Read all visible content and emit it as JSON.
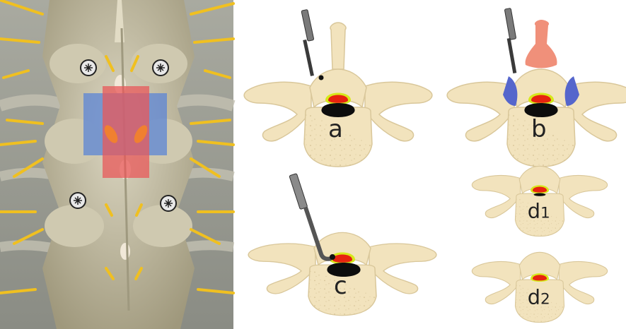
{
  "panels": [
    {
      "id": "a",
      "label": "a"
    },
    {
      "id": "b",
      "label": "b"
    },
    {
      "id": "c",
      "label": "c"
    },
    {
      "id": "d1",
      "label": "d",
      "sub": "1"
    },
    {
      "id": "d2",
      "label": "d",
      "sub": "2"
    }
  ],
  "colors": {
    "bone": "#f2e3bd",
    "bone_outline": "#d9c79a",
    "spinal_cord": "#e8230f",
    "cord_rim": "#d7e81b",
    "compression": "#0d0d0d",
    "lamina_fragment": "#f0907a",
    "facet_shade": "#5566cc",
    "nerve": "#f0c020",
    "overlay_red": "#e8585a",
    "overlay_blue": "#5b84d6",
    "spine_bone": "#c7c0a6"
  },
  "icons": [
    "drill-icon",
    "burr-drill-icon",
    "screw-icon"
  ]
}
